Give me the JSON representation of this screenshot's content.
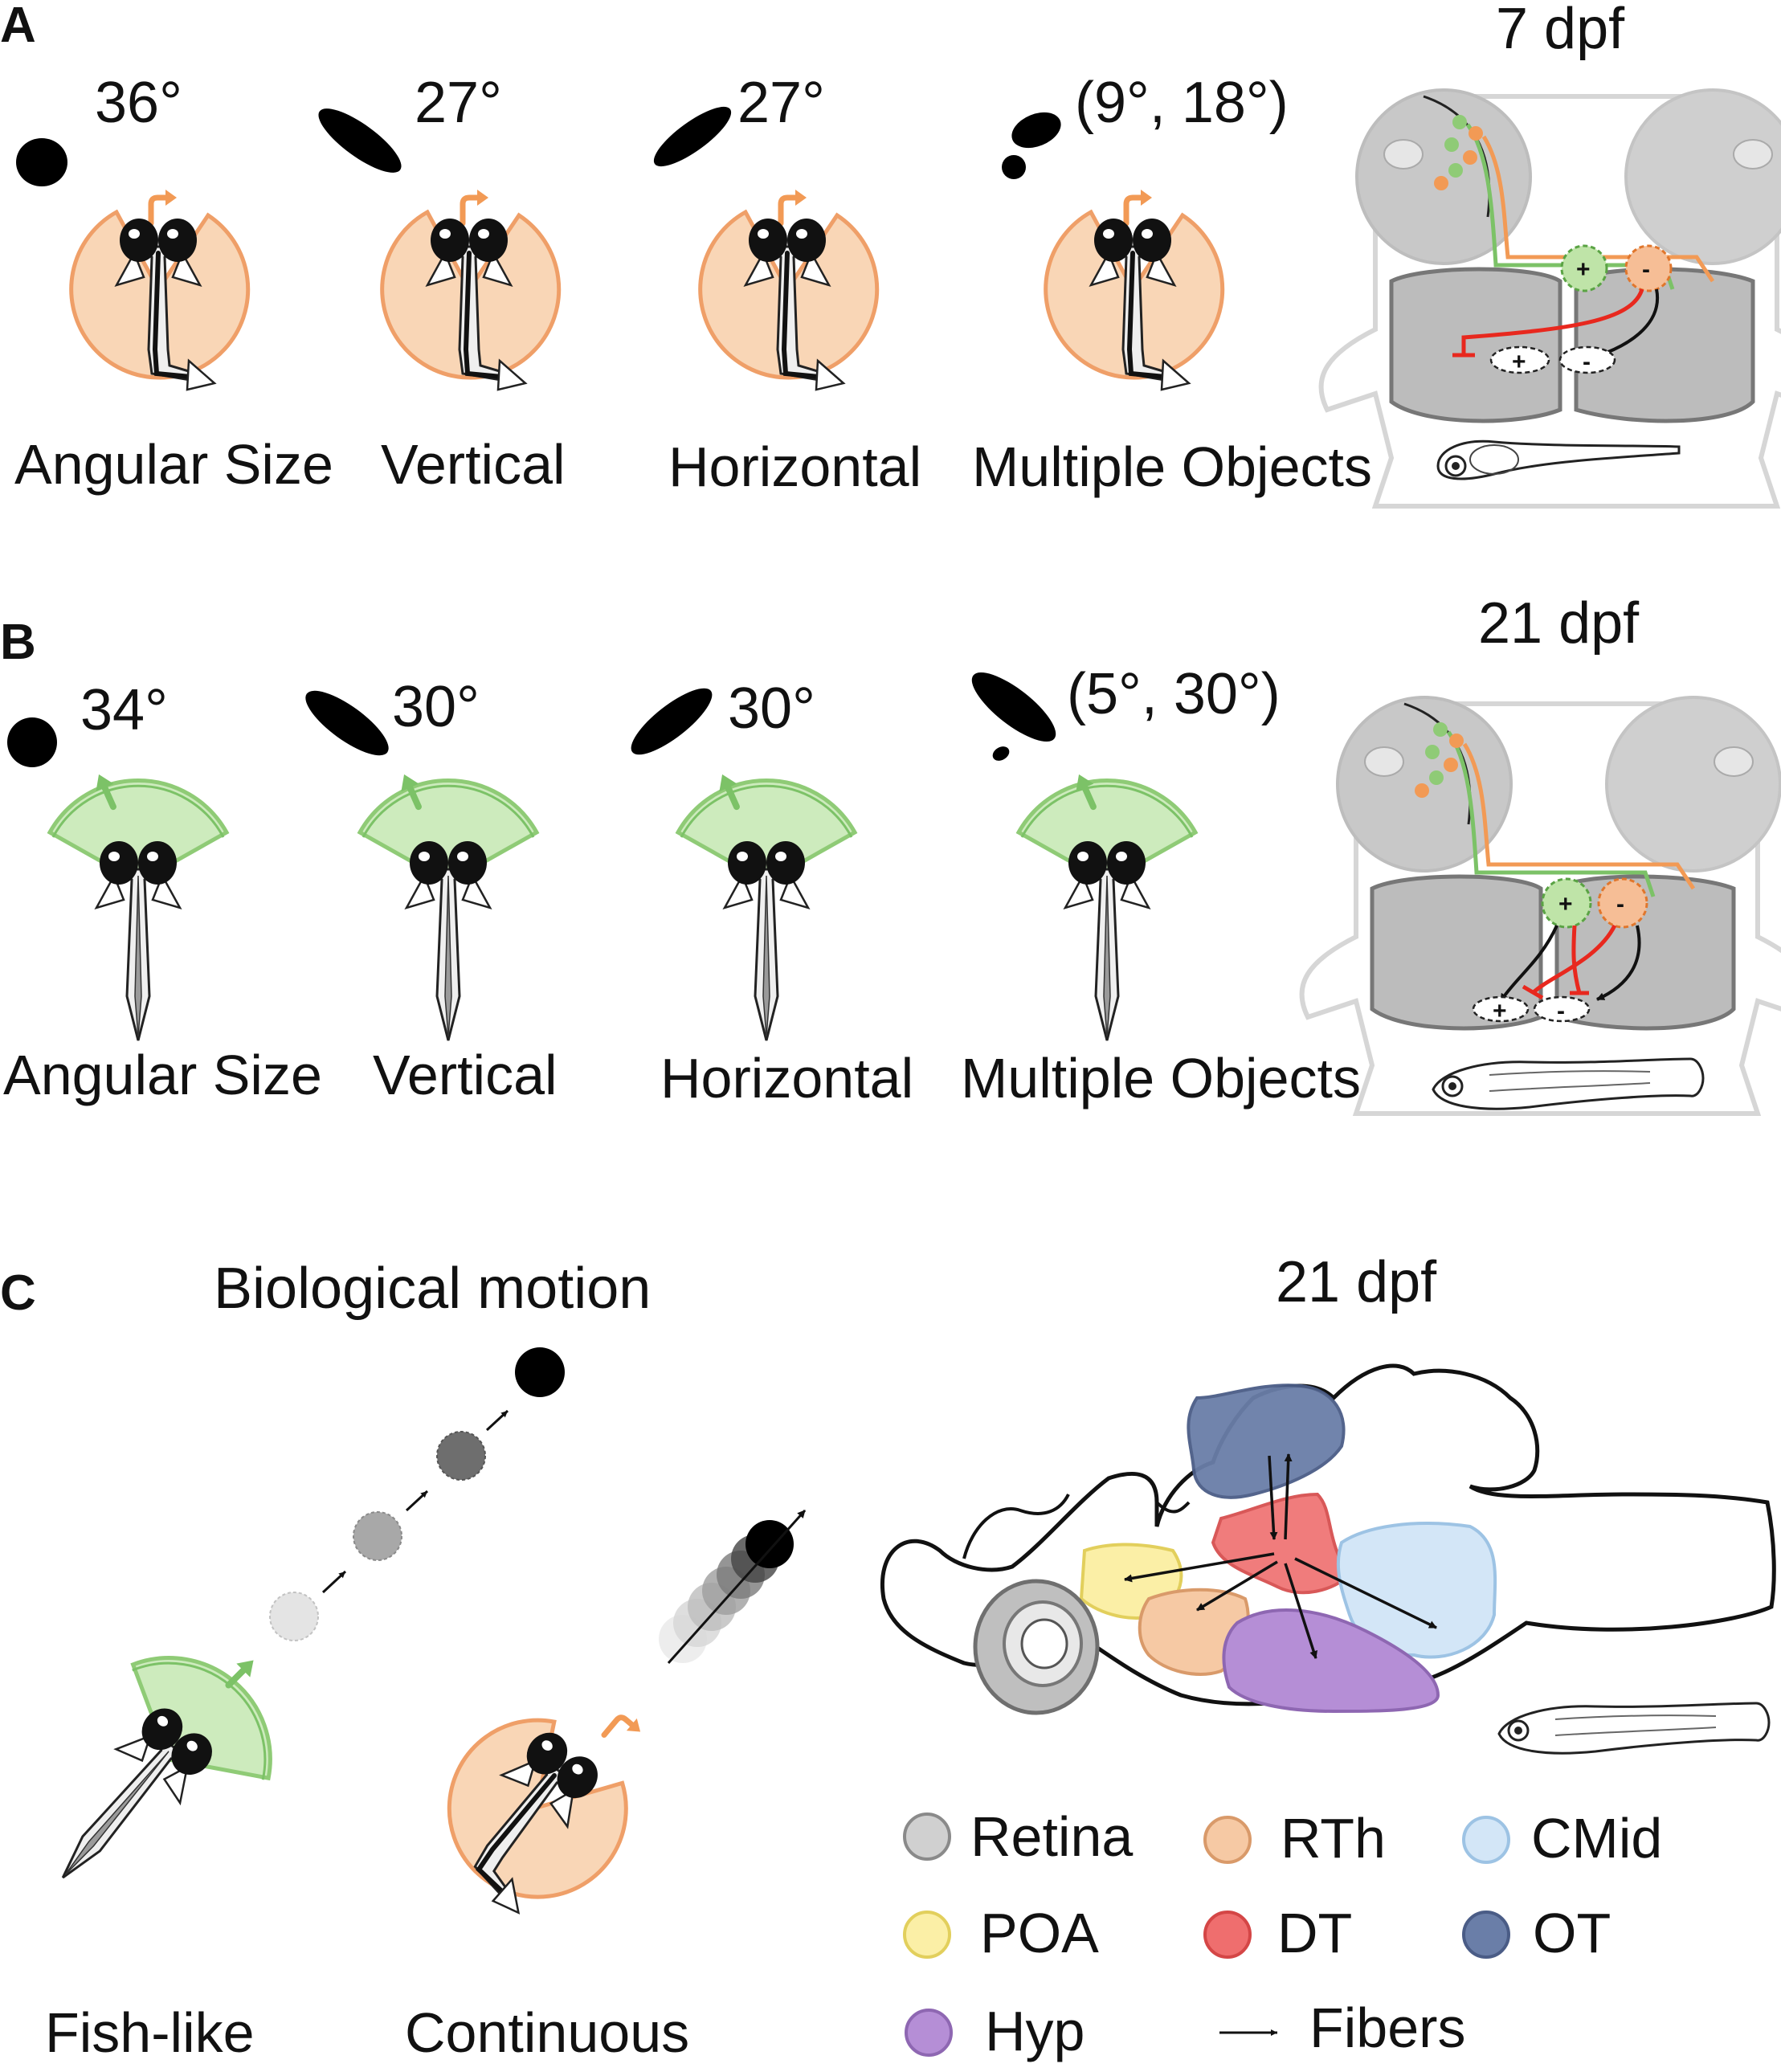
{
  "panels": {
    "a": {
      "letter": "A",
      "age": "7 dpf",
      "angles": [
        "36°",
        "27°",
        "27°",
        "(9°, 18°)"
      ],
      "captions": [
        "Angular Size",
        "Vertical",
        "Horizontal",
        "Multiple Objects"
      ],
      "circuit_signs": [
        "+",
        "-",
        "+",
        "-"
      ]
    },
    "b": {
      "letter": "B",
      "age": "21 dpf",
      "angles": [
        "34°",
        "30°",
        "30°",
        "(5°, 30°)"
      ],
      "captions": [
        "Angular Size",
        "Vertical",
        "Horizontal",
        "Multiple Objects"
      ],
      "circuit_signs": [
        "+",
        "-",
        "+",
        "-"
      ]
    },
    "c": {
      "letter": "C",
      "title": "Biological motion",
      "age": "21 dpf",
      "captions": [
        "Fish-like",
        "Continuous"
      ]
    }
  },
  "legend": [
    {
      "label": "Retina",
      "color": "#d0d0d0"
    },
    {
      "label": "RTh",
      "color": "#f6c9a4"
    },
    {
      "label": "CMid",
      "color": "#d3e6f7"
    },
    {
      "label": "POA",
      "color": "#fbefa6"
    },
    {
      "label": "DT",
      "color": "#ef6e6e"
    },
    {
      "label": "OT",
      "color": "#6a7ea8"
    },
    {
      "label": "Hyp",
      "color": "#b58ed6"
    },
    {
      "label": "Fibers",
      "color": "#111111"
    }
  ],
  "colors": {
    "orange_fan": "#f9d6b6",
    "orange_line": "#f29a55",
    "green_fan": "#cdebbd",
    "green_line": "#7cc267",
    "inhibit": "#e8281e",
    "tectum": "#b9b9b9",
    "eye_gray": "#d3d3d3"
  }
}
